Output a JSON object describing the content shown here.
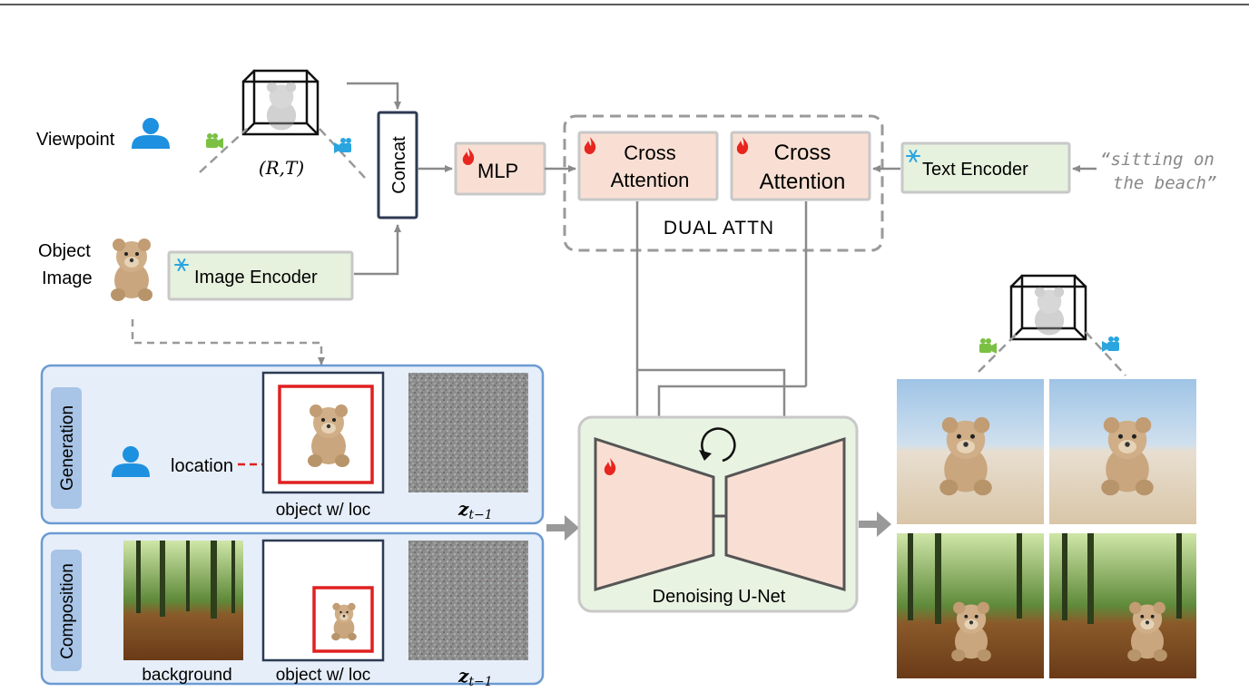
{
  "viewpoint": {
    "label": "Viewpoint",
    "pose_label": "(R,T)"
  },
  "object_image": {
    "label_line1": "Object",
    "label_line2": "Image"
  },
  "image_encoder": {
    "label": "Image Encoder"
  },
  "concat": {
    "label": "Concat"
  },
  "mlp": {
    "label": "MLP"
  },
  "dual_attn": {
    "label": "DUAL ATTN",
    "cross_attention_1": {
      "line1": "Cross",
      "line2": "Attention"
    },
    "cross_attention_2": {
      "line1": "Cross",
      "line2": "Attention"
    }
  },
  "text_encoder": {
    "label": "Text Encoder"
  },
  "prompt": {
    "line1": "“sitting on",
    "line2": "the beach”"
  },
  "generation_panel": {
    "title": "Generation",
    "location_label": "location",
    "object_caption": "object w/ loc",
    "latent_caption": "z",
    "latent_subscript": "t−1"
  },
  "composition_panel": {
    "title": "Composition",
    "background_caption": "background",
    "object_caption": "object w/ loc",
    "latent_caption": "z",
    "latent_subscript": "t−1"
  },
  "unet": {
    "label": "Denoising U-Net"
  },
  "colors": {
    "trainable_fill": "#f9dfd3",
    "frozen_fill": "#e6f1de",
    "panel_fill": "#e6eef9",
    "panel_border": "#6b9bd2",
    "unet_fill": "#e9f3e2",
    "fire": "#e8251f",
    "snowflake": "#2aa5e0",
    "person": "#1e90e0",
    "red_box": "#e02020",
    "arrow_gray": "#8a8a8a"
  }
}
